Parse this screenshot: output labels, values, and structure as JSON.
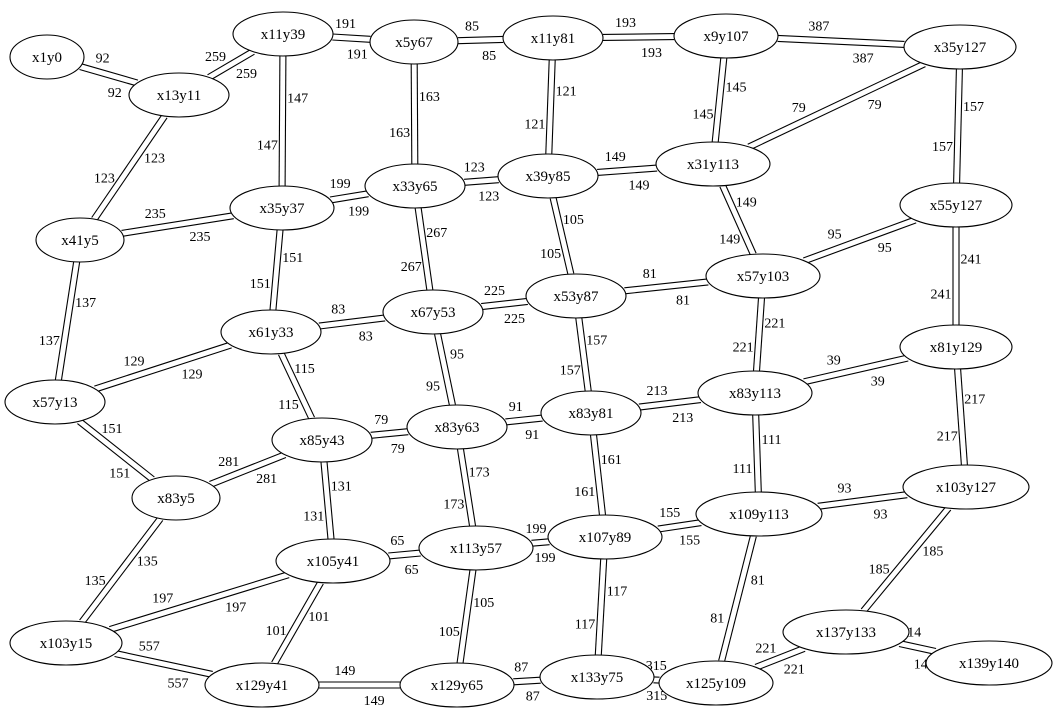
{
  "nodes": [
    {
      "id": "x1y0",
      "label": "x1y0"
    },
    {
      "id": "x13y11",
      "label": "x13y11"
    },
    {
      "id": "x11y39",
      "label": "x11y39"
    },
    {
      "id": "x5y67",
      "label": "x5y67"
    },
    {
      "id": "x11y81",
      "label": "x11y81"
    },
    {
      "id": "x9y107",
      "label": "x9y107"
    },
    {
      "id": "x35y127",
      "label": "x35y127"
    },
    {
      "id": "x41y5",
      "label": "x41y5"
    },
    {
      "id": "x35y37",
      "label": "x35y37"
    },
    {
      "id": "x33y65",
      "label": "x33y65"
    },
    {
      "id": "x39y85",
      "label": "x39y85"
    },
    {
      "id": "x31y113",
      "label": "x31y113"
    },
    {
      "id": "x55y127",
      "label": "x55y127"
    },
    {
      "id": "x57y13",
      "label": "x57y13"
    },
    {
      "id": "x61y33",
      "label": "x61y33"
    },
    {
      "id": "x67y53",
      "label": "x67y53"
    },
    {
      "id": "x53y87",
      "label": "x53y87"
    },
    {
      "id": "x57y103",
      "label": "x57y103"
    },
    {
      "id": "x81y129",
      "label": "x81y129"
    },
    {
      "id": "x83y5",
      "label": "x83y5"
    },
    {
      "id": "x85y43",
      "label": "x85y43"
    },
    {
      "id": "x83y63",
      "label": "x83y63"
    },
    {
      "id": "x83y81",
      "label": "x83y81"
    },
    {
      "id": "x83y113",
      "label": "x83y113"
    },
    {
      "id": "x103y127",
      "label": "x103y127"
    },
    {
      "id": "x103y15",
      "label": "x103y15"
    },
    {
      "id": "x105y41",
      "label": "x105y41"
    },
    {
      "id": "x113y57",
      "label": "x113y57"
    },
    {
      "id": "x107y89",
      "label": "x107y89"
    },
    {
      "id": "x109y113",
      "label": "x109y113"
    },
    {
      "id": "x129y41",
      "label": "x129y41"
    },
    {
      "id": "x129y65",
      "label": "x129y65"
    },
    {
      "id": "x133y75",
      "label": "x133y75"
    },
    {
      "id": "x125y109",
      "label": "x125y109"
    },
    {
      "id": "x137y133",
      "label": "x137y133"
    },
    {
      "id": "x139y140",
      "label": "x139y140"
    }
  ],
  "edges": [
    {
      "from": "x1y0",
      "to": "x13y11",
      "weight": "92"
    },
    {
      "from": "x13y11",
      "to": "x11y39",
      "weight": "259"
    },
    {
      "from": "x13y11",
      "to": "x41y5",
      "weight": "123"
    },
    {
      "from": "x11y39",
      "to": "x5y67",
      "weight": "191"
    },
    {
      "from": "x11y39",
      "to": "x35y37",
      "weight": "147"
    },
    {
      "from": "x5y67",
      "to": "x11y81",
      "weight": "85"
    },
    {
      "from": "x5y67",
      "to": "x33y65",
      "weight": "163"
    },
    {
      "from": "x11y81",
      "to": "x9y107",
      "weight": "193"
    },
    {
      "from": "x11y81",
      "to": "x39y85",
      "weight": "121"
    },
    {
      "from": "x9y107",
      "to": "x35y127",
      "weight": "387"
    },
    {
      "from": "x9y107",
      "to": "x31y113",
      "weight": "145"
    },
    {
      "from": "x35y127",
      "to": "x31y113",
      "weight": "79"
    },
    {
      "from": "x35y127",
      "to": "x55y127",
      "weight": "157"
    },
    {
      "from": "x41y5",
      "to": "x35y37",
      "weight": "235"
    },
    {
      "from": "x41y5",
      "to": "x57y13",
      "weight": "137"
    },
    {
      "from": "x35y37",
      "to": "x33y65",
      "weight": "199"
    },
    {
      "from": "x35y37",
      "to": "x61y33",
      "weight": "151"
    },
    {
      "from": "x33y65",
      "to": "x39y85",
      "weight": "123"
    },
    {
      "from": "x33y65",
      "to": "x67y53",
      "weight": "267"
    },
    {
      "from": "x39y85",
      "to": "x31y113",
      "weight": "149"
    },
    {
      "from": "x39y85",
      "to": "x53y87",
      "weight": "105"
    },
    {
      "from": "x31y113",
      "to": "x57y103",
      "weight": "149"
    },
    {
      "from": "x55y127",
      "to": "x57y103",
      "weight": "95"
    },
    {
      "from": "x55y127",
      "to": "x81y129",
      "weight": "241"
    },
    {
      "from": "x57y13",
      "to": "x61y33",
      "weight": "129"
    },
    {
      "from": "x57y13",
      "to": "x83y5",
      "weight": "151"
    },
    {
      "from": "x61y33",
      "to": "x67y53",
      "weight": "83"
    },
    {
      "from": "x61y33",
      "to": "x85y43",
      "weight": "115"
    },
    {
      "from": "x67y53",
      "to": "x53y87",
      "weight": "225"
    },
    {
      "from": "x67y53",
      "to": "x83y63",
      "weight": "95"
    },
    {
      "from": "x53y87",
      "to": "x57y103",
      "weight": "81"
    },
    {
      "from": "x53y87",
      "to": "x83y81",
      "weight": "157"
    },
    {
      "from": "x57y103",
      "to": "x83y113",
      "weight": "221"
    },
    {
      "from": "x81y129",
      "to": "x83y113",
      "weight": "39"
    },
    {
      "from": "x81y129",
      "to": "x103y127",
      "weight": "217"
    },
    {
      "from": "x83y5",
      "to": "x85y43",
      "weight": "281"
    },
    {
      "from": "x83y5",
      "to": "x103y15",
      "weight": "135"
    },
    {
      "from": "x85y43",
      "to": "x83y63",
      "weight": "79"
    },
    {
      "from": "x85y43",
      "to": "x105y41",
      "weight": "131"
    },
    {
      "from": "x83y63",
      "to": "x83y81",
      "weight": "91"
    },
    {
      "from": "x83y63",
      "to": "x113y57",
      "weight": "173"
    },
    {
      "from": "x83y81",
      "to": "x83y113",
      "weight": "213"
    },
    {
      "from": "x83y81",
      "to": "x107y89",
      "weight": "161"
    },
    {
      "from": "x83y113",
      "to": "x109y113",
      "weight": "111"
    },
    {
      "from": "x103y127",
      "to": "x109y113",
      "weight": "93"
    },
    {
      "from": "x103y127",
      "to": "x137y133",
      "weight": "185"
    },
    {
      "from": "x103y15",
      "to": "x105y41",
      "weight": "197"
    },
    {
      "from": "x103y15",
      "to": "x129y41",
      "weight": "557"
    },
    {
      "from": "x105y41",
      "to": "x113y57",
      "weight": "65"
    },
    {
      "from": "x105y41",
      "to": "x129y41",
      "weight": "101"
    },
    {
      "from": "x113y57",
      "to": "x107y89",
      "weight": "199"
    },
    {
      "from": "x113y57",
      "to": "x129y65",
      "weight": "105"
    },
    {
      "from": "x107y89",
      "to": "x109y113",
      "weight": "155"
    },
    {
      "from": "x107y89",
      "to": "x133y75",
      "weight": "117"
    },
    {
      "from": "x109y113",
      "to": "x125y109",
      "weight": "81"
    },
    {
      "from": "x129y41",
      "to": "x129y65",
      "weight": "149"
    },
    {
      "from": "x129y65",
      "to": "x133y75",
      "weight": "87"
    },
    {
      "from": "x133y75",
      "to": "x125y109",
      "weight": "315"
    },
    {
      "from": "x125y109",
      "to": "x137y133",
      "weight": "221"
    },
    {
      "from": "x137y133",
      "to": "x139y140",
      "weight": "14"
    }
  ]
}
